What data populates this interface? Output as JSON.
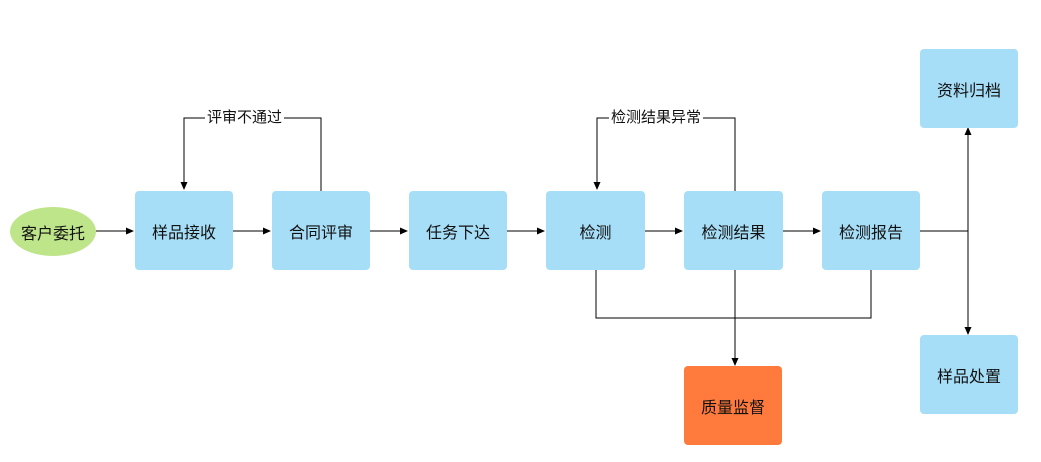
{
  "colors": {
    "process": "#a7def7",
    "start": "#bfe58a",
    "supervision": "#ff7a3c",
    "line": "#000000"
  },
  "nodes": {
    "start": "客户委托",
    "sample_receive": "样品接收",
    "contract_review": "合同评审",
    "task_assign": "任务下达",
    "testing": "检测",
    "test_result": "检测结果",
    "test_report": "检测报告",
    "archive": "资料归档",
    "sample_disposal": "样品处置",
    "quality_supervision": "质量监督"
  },
  "edge_labels": {
    "review_failed": "评审不通过",
    "result_abnormal": "检测结果异常"
  }
}
